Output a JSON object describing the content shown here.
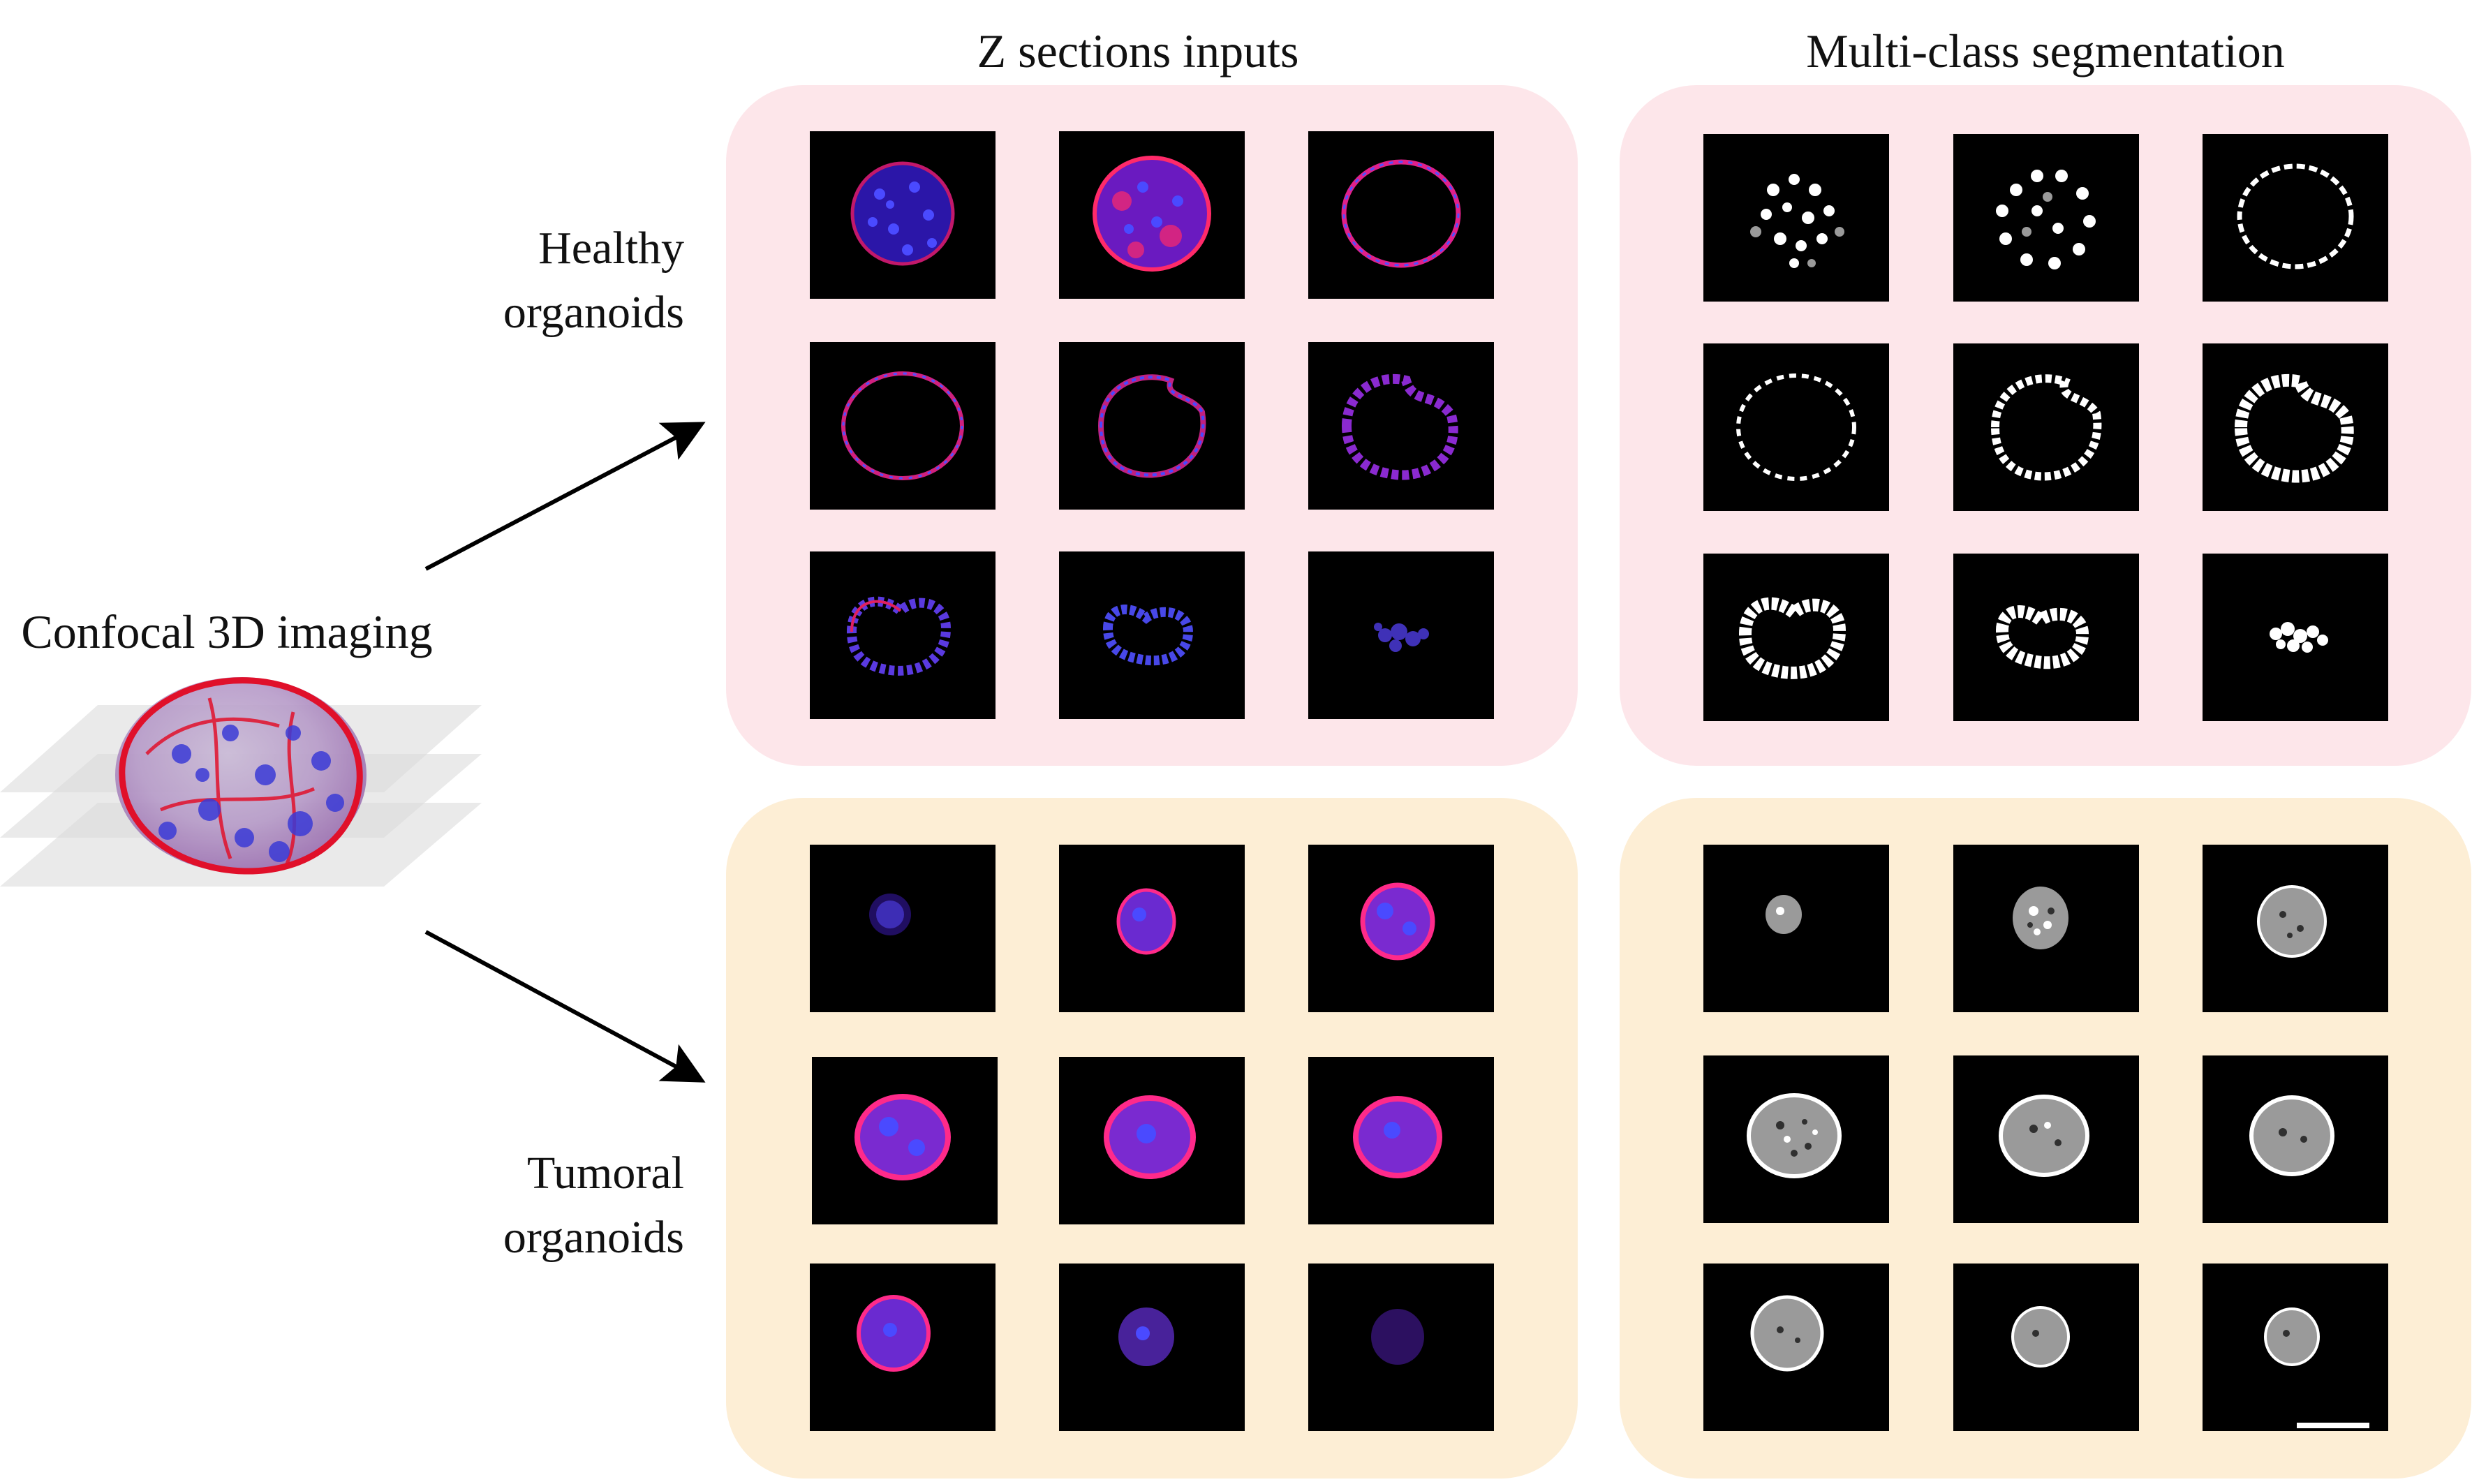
{
  "titles": {
    "z_sections": "Z sections inputs",
    "segmentation": "Multi-class segmentation"
  },
  "left_label": "Confocal 3D imaging",
  "rows": {
    "healthy": {
      "line1": "Healthy",
      "line2": "organoids"
    },
    "tumoral": {
      "line1": "Tumoral",
      "line2": "organoids"
    }
  },
  "colors": {
    "healthy_panel": "#fde6ea",
    "tumoral_panel": "#fdeed5",
    "tile_background": "#000000",
    "nuclei_blue": "#3a3aff",
    "membrane_red": "#ff1f4f",
    "segmentation_white": "#ffffff",
    "segmentation_gray": "#9a9a9a"
  },
  "grids": {
    "healthy_input": "3x3 z-section confocal slices",
    "healthy_segmentation": "3x3 segmentation masks",
    "tumoral_input": "3x3 z-section confocal slices",
    "tumoral_segmentation": "3x3 segmentation masks"
  }
}
